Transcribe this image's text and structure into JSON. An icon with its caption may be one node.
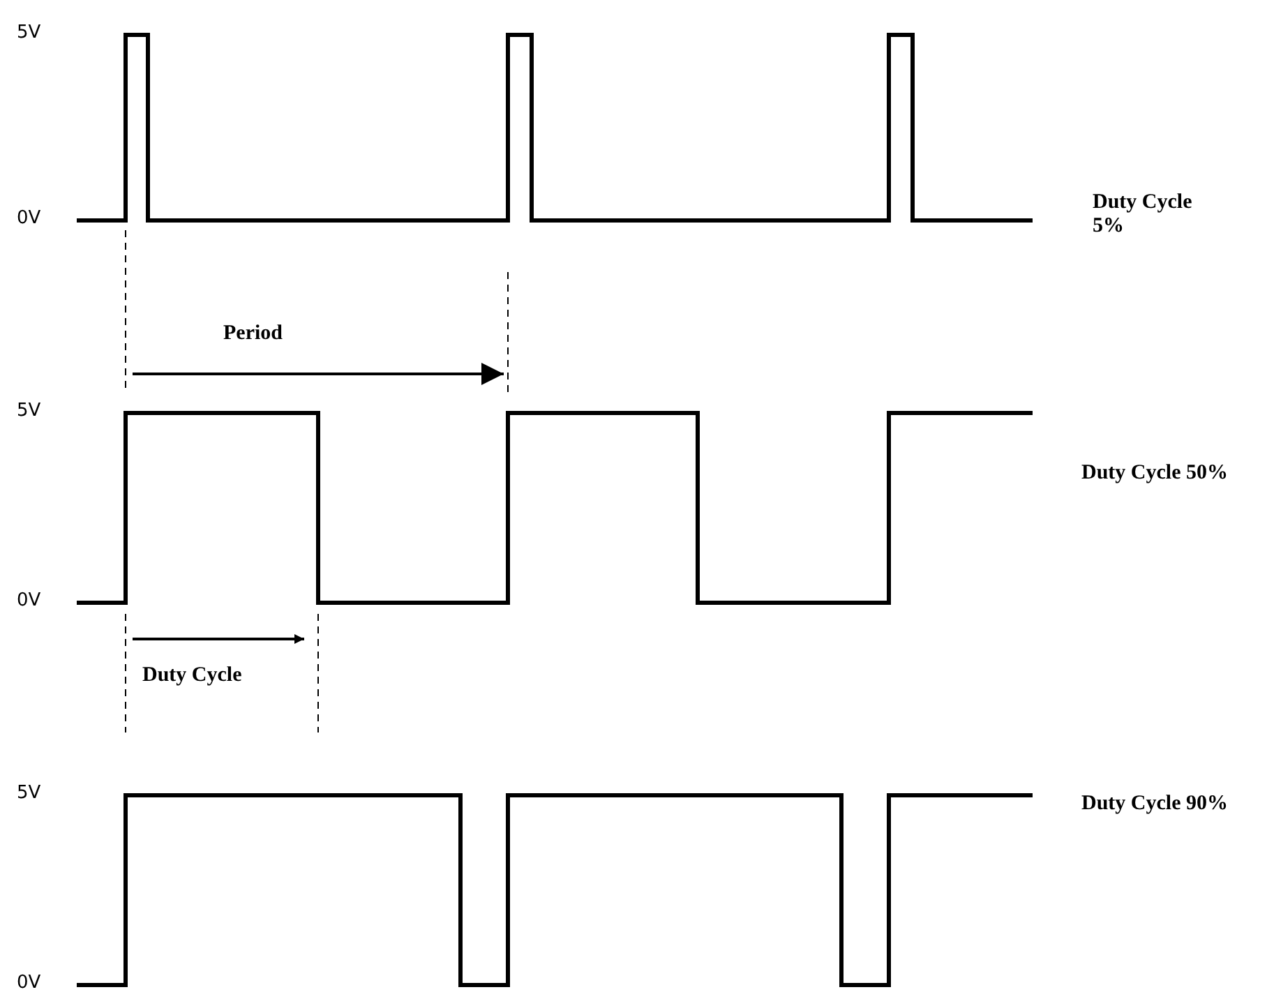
{
  "diagram": {
    "labels": [
      "5V",
      "0V",
      "Duty Cycle 5%",
      "Period",
      "5V",
      "0V",
      "Duty Cycle 50%",
      "Duty Cycle",
      "5V",
      "0V",
      "Duty Cycle 90%"
    ]
  }
}
